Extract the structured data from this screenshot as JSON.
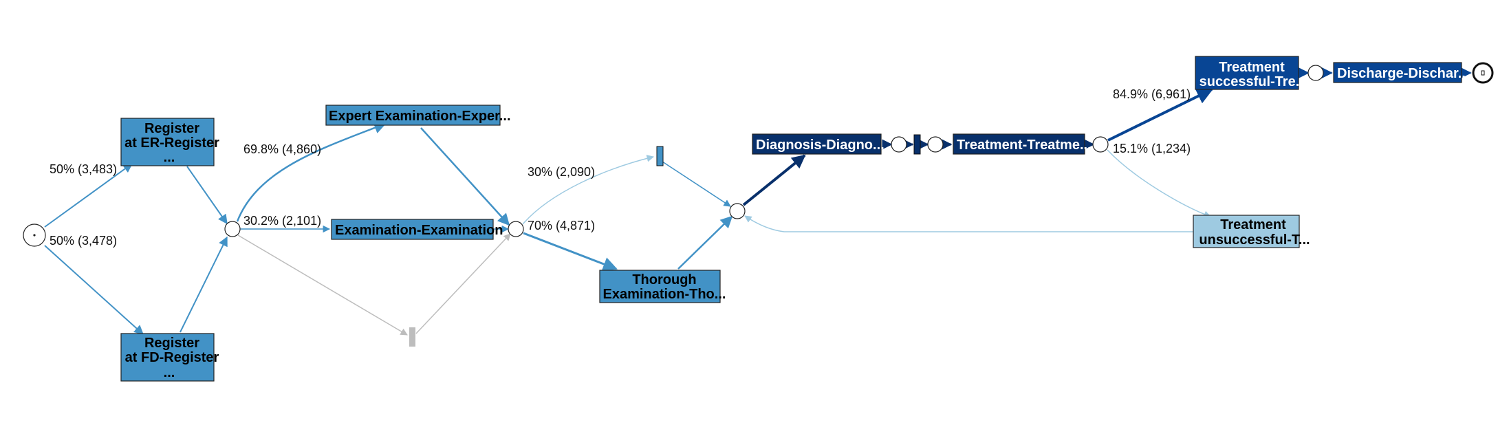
{
  "colors": {
    "light": "#9ecae1",
    "medium": "#4292c6",
    "dark": "#084594",
    "darkest": "#08306b",
    "grey": "#bdbdbd"
  },
  "nodes": {
    "register_er": [
      "Register",
      "at ER-Register",
      "..."
    ],
    "register_fd": [
      "Register",
      "at FD-Register",
      "..."
    ],
    "expert_exam": [
      "Expert Examination-Exper..."
    ],
    "examination": [
      "Examination-Examination"
    ],
    "thorough_exam": [
      "Thorough",
      "Examination-Tho..."
    ],
    "diagnosis": [
      "Diagnosis-Diagno..."
    ],
    "treatment": [
      "Treatment-Treatme..."
    ],
    "treatment_success": [
      "Treatment",
      "successful-Tre..."
    ],
    "treatment_unsuccess": [
      "Treatment",
      "unsuccessful-T..."
    ],
    "discharge": [
      "Discharge-Dischar..."
    ]
  },
  "edge_labels": {
    "to_er": "50% (3,483)",
    "to_fd": "50% (3,478)",
    "to_expert": "69.8% (4,860)",
    "to_exam": "30.2% (2,101)",
    "to_skip": "30% (2,090)",
    "to_thorough": "70% (4,871)",
    "to_success": "84.9% (6,961)",
    "to_unsuccess": "15.1% (1,234)"
  }
}
